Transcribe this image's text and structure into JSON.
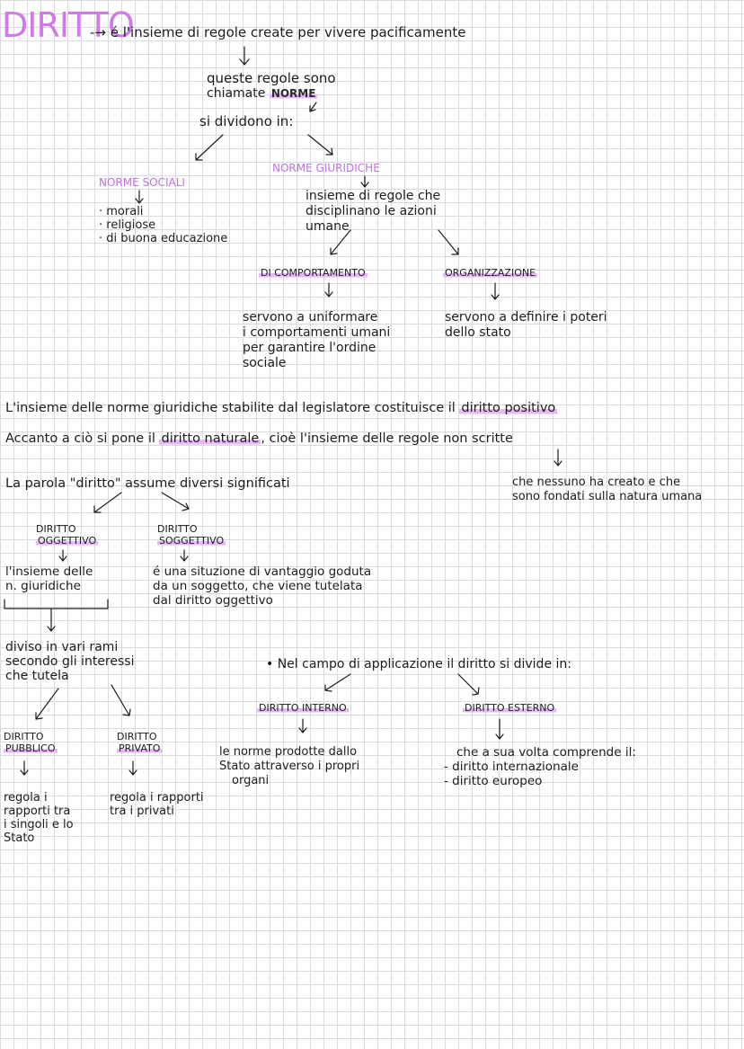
{
  "title": "DIRITTO",
  "definition": "-→ é l'insieme di regole create per vivere pacificamente",
  "norme_intro_line1": "queste regole sono",
  "norme_intro_line2": "chiamate",
  "norme_word": "NORME",
  "dividono": "si dividono in:",
  "norme_sociali": {
    "heading": "NORME SOCIALI",
    "items": [
      "· morali",
      "· religiose",
      "· di buona educazione"
    ]
  },
  "norme_giuridiche": {
    "heading": "NORME GIURIDICHE",
    "desc": [
      "insieme di regole che",
      "disciplinano le azioni",
      "umane"
    ]
  },
  "comportamento": {
    "heading": "DI COMPORTAMENTO",
    "desc": [
      "servono a uniformare",
      "i comportamenti umani",
      "per garantire l'ordine",
      "sociale"
    ]
  },
  "organizzazione": {
    "heading": "ORGANIZZAZIONE",
    "desc": [
      "servono a definire i poteri",
      "dello stato"
    ]
  },
  "positivo_line": {
    "before": "L'insieme delle norme giuridiche stabilite dal legislatore costituisce il ",
    "highlight": "diritto positivo"
  },
  "naturale_line": {
    "before": "Accanto a ciò si pone il ",
    "highlight": "diritto naturale",
    "after": ", cioè l'insieme delle regole non scritte"
  },
  "naturale_desc": [
    "che nessuno ha creato e che",
    "sono fondati sulla natura umana"
  ],
  "parola_line": "La parola \"diritto\" assume diversi significati",
  "oggettivo": {
    "heading": [
      "DIRITTO",
      "OGGETTIVO"
    ],
    "desc": [
      "l'insieme delle",
      "n. giuridiche"
    ]
  },
  "soggettivo": {
    "heading": [
      "DIRITTO",
      "SOGGETTIVO"
    ],
    "desc": [
      "é una situzione di vantaggio goduta",
      "da un soggetto, che viene tutelata",
      "dal diritto oggettivo"
    ]
  },
  "rami": [
    "diviso in vari rami",
    "secondo gli interessi",
    "che tutela"
  ],
  "pubblico": {
    "heading": [
      "DIRITTO",
      "PUBBLICO"
    ],
    "desc": [
      "regola i",
      "rapporti tra",
      "i singoli e lo",
      "Stato"
    ]
  },
  "privato": {
    "heading": [
      "DIRITTO",
      "PRIVATO"
    ],
    "desc": [
      "regola i rapporti",
      "tra i privati"
    ]
  },
  "campo_line": "• Nel campo di applicazione il diritto si divide in:",
  "interno": {
    "heading": "DIRITTO INTERNO",
    "desc": [
      "le norme prodotte dallo",
      "Stato attraverso i propri",
      "organi"
    ]
  },
  "esterno": {
    "heading": "DIRITTO ESTERNO",
    "desc": [
      "che a sua volta comprende il:",
      "- diritto internazionale",
      "- diritto europeo"
    ]
  }
}
